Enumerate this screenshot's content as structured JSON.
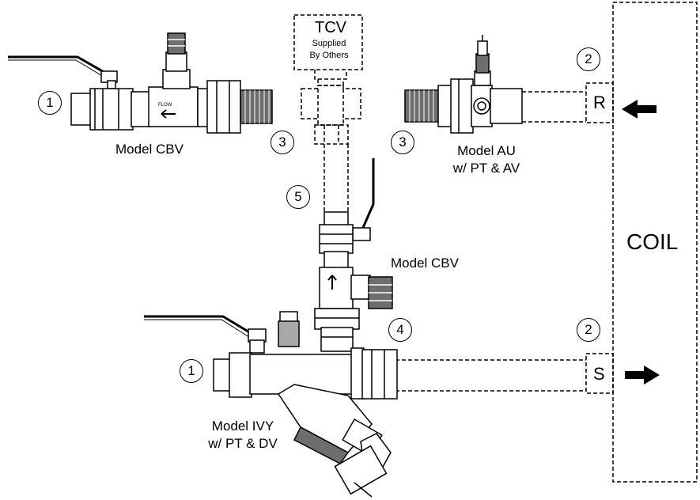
{
  "labels": {
    "model_cbv_top": "Model CBV",
    "model_au_line1": "Model AU",
    "model_au_line2": "w/ PT & AV",
    "model_cbv_mid": "Model CBV",
    "model_ivy_line1": "Model IVY",
    "model_ivy_line2": "w/ PT & DV",
    "coil": "COIL",
    "return": "R",
    "supply": "S",
    "tcv_title": "TCV",
    "tcv_sub1": "Supplied",
    "tcv_sub2": "By Others",
    "flow_small": "FLOW"
  },
  "callouts": {
    "c1_top": "1",
    "c2_top": "2",
    "c3_left": "3",
    "c3_right": "3",
    "c5": "5",
    "c4": "4",
    "c2_bottom": "2",
    "c1_bottom": "1"
  },
  "colors": {
    "line": "#000000",
    "fill_body": "#ffffff",
    "fill_dark": "#6e6e6e",
    "fill_mid": "#a8a8a8"
  }
}
